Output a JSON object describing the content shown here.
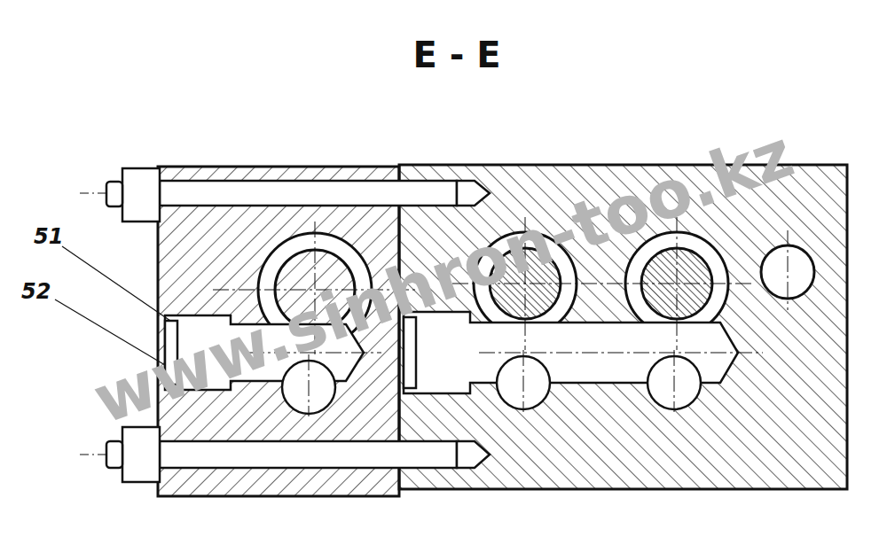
{
  "diagram": {
    "title": "E - E",
    "labels": [
      "51",
      "52",
      "www.sinhron-too.kz"
    ]
  }
}
